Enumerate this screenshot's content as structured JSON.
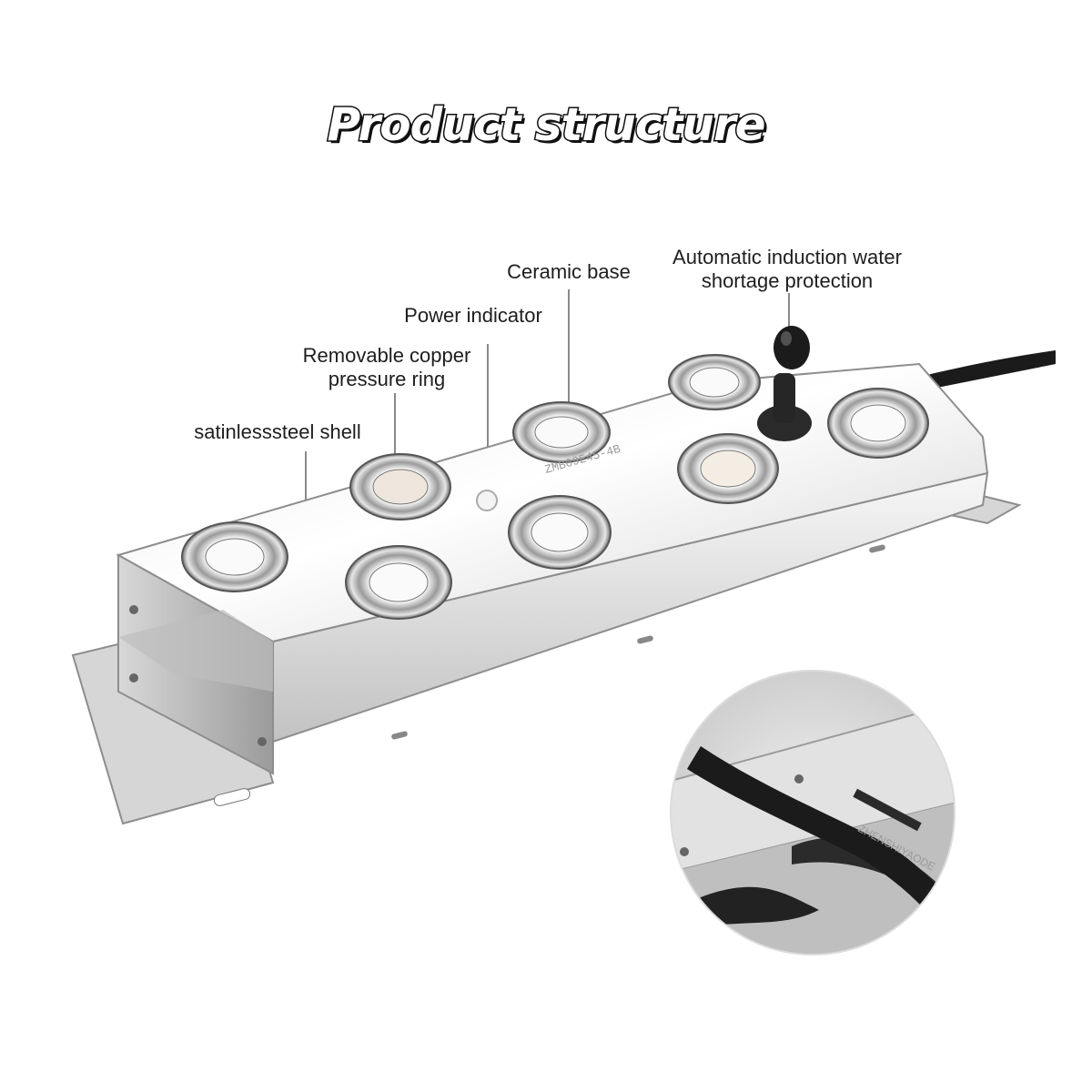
{
  "title": "Product structure",
  "labels": {
    "water_protection_line1": "Automatic induction water",
    "water_protection_line2": "shortage protection",
    "ceramic_base": "Ceramic base",
    "power_indicator": "Power indicator",
    "copper_ring_line1": "Removable copper",
    "copper_ring_line2": "pressure ring",
    "shell": "satinlesssteel shell"
  },
  "device_marks": {
    "model": "ZMB09E45-4B",
    "cable_brand": "ZHENSHIYAODE"
  },
  "colors": {
    "steel_light": "#f2f2f2",
    "steel_mid": "#c9c9c9",
    "steel_dark": "#8d8d8d",
    "cable": "#1b1b1b",
    "text": "#1e1e1e"
  }
}
